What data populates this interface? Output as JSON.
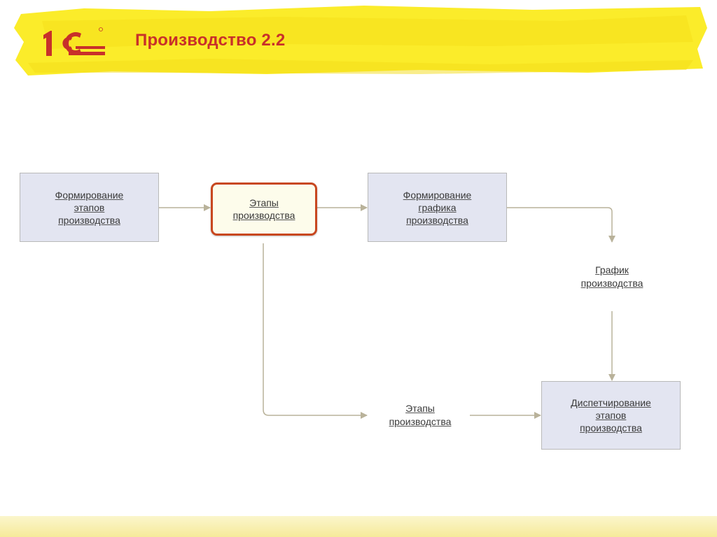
{
  "header": {
    "title": "Производство 2.2",
    "logo_text": "1С",
    "brand_color": "#c8302a",
    "highlight_color": "#fbec2a"
  },
  "diagram": {
    "nodes": {
      "stage_forming": "Формирование\nэтапов\nпроизводства",
      "stages": "Этапы\nпроизводства",
      "schedule_forming": "Формирование\nграфика\nпроизводства",
      "schedule": "График\nпроизводства",
      "stages_doc": "Этапы\nпроизводства",
      "dispatching": "Диспетчирование\nэтапов\nпроизводства"
    },
    "active_node": "stages",
    "connector_color": "#b9b29a",
    "active_border_color": "#c8471f"
  }
}
